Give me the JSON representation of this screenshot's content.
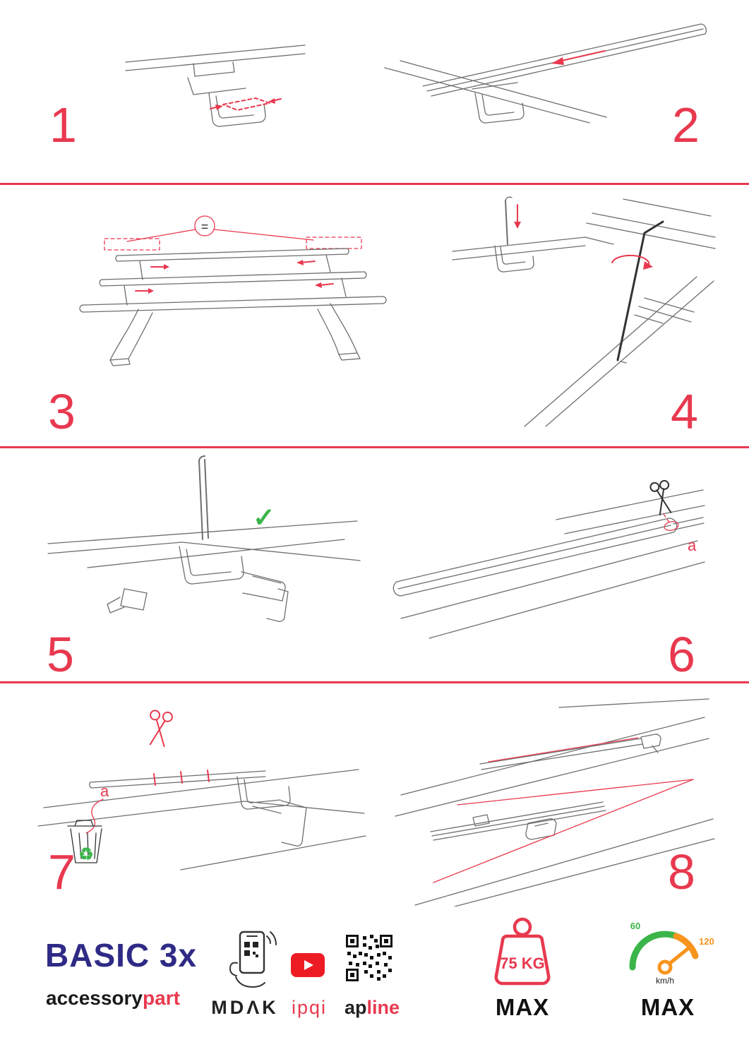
{
  "colors": {
    "accent_red": "#e8394f",
    "brand_navy": "#2e2a85",
    "check_green": "#3bb54a",
    "speed_orange": "#f7941d",
    "youtube_red": "#ed1c24"
  },
  "steps": [
    {
      "number": "1"
    },
    {
      "number": "2"
    },
    {
      "number": "3"
    },
    {
      "number": "4"
    },
    {
      "number": "5"
    },
    {
      "number": "6"
    },
    {
      "number": "7"
    },
    {
      "number": "8"
    }
  ],
  "annotations": {
    "equals_sign": "=",
    "check_mark": "✓",
    "step6_label": "a",
    "step7_label": "a",
    "recycle": "♻"
  },
  "footer": {
    "brand": {
      "title": "BASIC 3x",
      "subtitle_black": "accessory",
      "subtitle_red": "part"
    },
    "logos": {
      "mdak": "MDΛK",
      "ipqi": "ipqi",
      "apline_black": "ap",
      "apline_red": "line"
    },
    "weight_limit": {
      "value": "75 KG",
      "label": "MAX"
    },
    "speed_limit": {
      "tick_low": "60",
      "tick_high": "120",
      "unit": "km/h",
      "label": "MAX"
    }
  }
}
